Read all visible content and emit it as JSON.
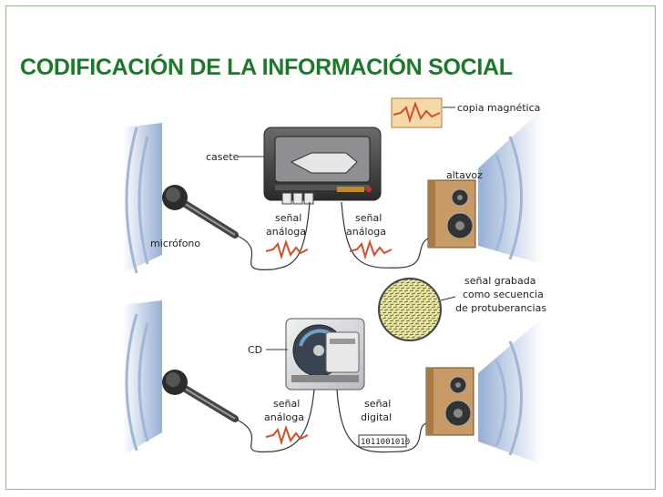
{
  "slide": {
    "title": "CODIFICACIÓN DE LA INFORMACIÓN SOCIAL"
  },
  "top_diagram": {
    "copy_label": "copia magnética",
    "cassette_label": "casete",
    "speaker_label": "altavoz",
    "microphone_label": "micrófono",
    "signal_in_line1": "señal",
    "signal_in_line2": "análoga",
    "signal_out_line1": "señal",
    "signal_out_line2": "análoga"
  },
  "bottom_diagram": {
    "recorded_line1": "señal grabada",
    "recorded_line2": "como secuencia",
    "recorded_line3": "de protuberancias",
    "cd_label": "CD",
    "signal_in_line1": "señal",
    "signal_in_line2": "análoga",
    "signal_out_line1": "señal",
    "signal_out_line2": "digital",
    "binary_code": "1011001010"
  },
  "colors": {
    "title": "#1a7a2a",
    "sound_wave": "#8aa6cf",
    "wave_signal": "#d0502a",
    "speaker_wood": "#c89a66"
  }
}
